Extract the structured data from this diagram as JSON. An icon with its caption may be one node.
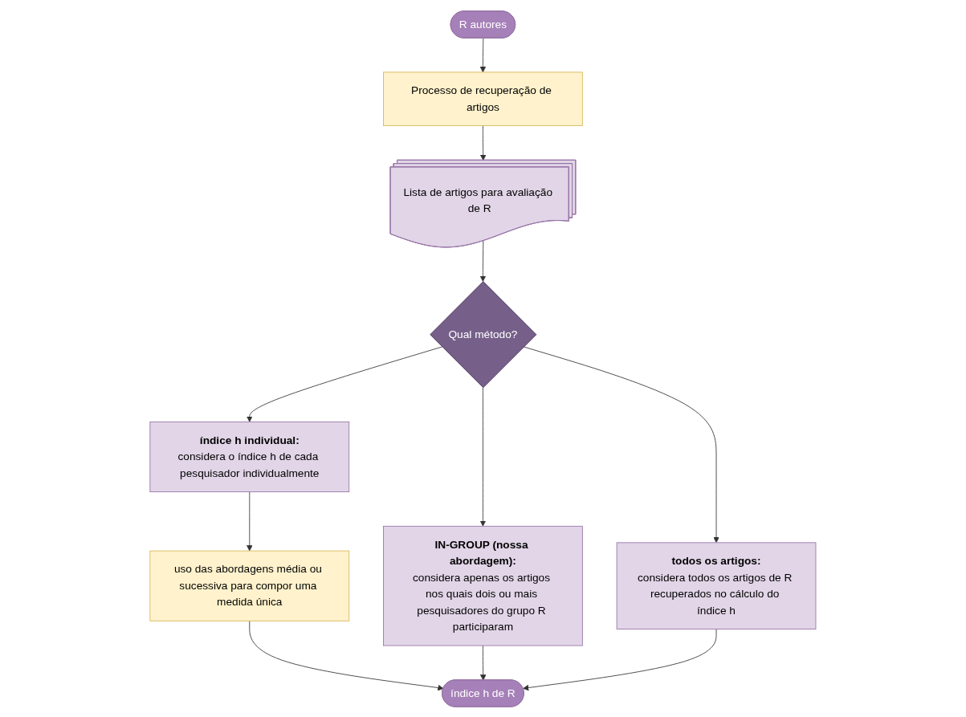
{
  "diagram": {
    "nodes": [
      {
        "text": [
          "R autores"
        ]
      },
      {
        "text": [
          "Processo de recuperação de artigos"
        ]
      },
      {
        "text": [
          "Lista de artigos para avaliação de R"
        ]
      },
      {
        "text": [
          "índice h individual:",
          "considera o índice h de cada pesquisador individualmente"
        ]
      },
      {
        "text": [
          "Qual método?"
        ]
      },
      {
        "text": [
          "todos os artigos:",
          "considera todos os artigos de R recuperados no cálculo do índice h"
        ]
      },
      {
        "text": [
          "IN-GROUP (nossa abordagem):",
          "considera apenas os artigos nos quais dois ou mais pesquisadores do grupo R participaram"
        ]
      },
      {
        "text": [
          "uso das abordagens média ou sucessiva para compor uma medida única"
        ]
      },
      {
        "text": [
          "índice h de R"
        ]
      }
    ],
    "edges": [
      {
        "from": 0,
        "to": 1,
        "arrow": "to"
      },
      {
        "from": 1,
        "to": 2,
        "arrow": "to"
      },
      {
        "from": 2,
        "to": 4,
        "arrow": "to"
      },
      {
        "from": 4,
        "to": 3,
        "arrow": "to"
      },
      {
        "from": 4,
        "to": 5,
        "arrow": "to"
      },
      {
        "from": 4,
        "to": 6,
        "arrow": "to"
      },
      {
        "from": 3,
        "to": 7,
        "arrow": "to"
      },
      {
        "from": 7,
        "to": 8,
        "arrow": "to"
      },
      {
        "from": 6,
        "to": 8,
        "arrow": "to"
      },
      {
        "from": 5,
        "to": 8,
        "arrow": "to"
      }
    ]
  }
}
